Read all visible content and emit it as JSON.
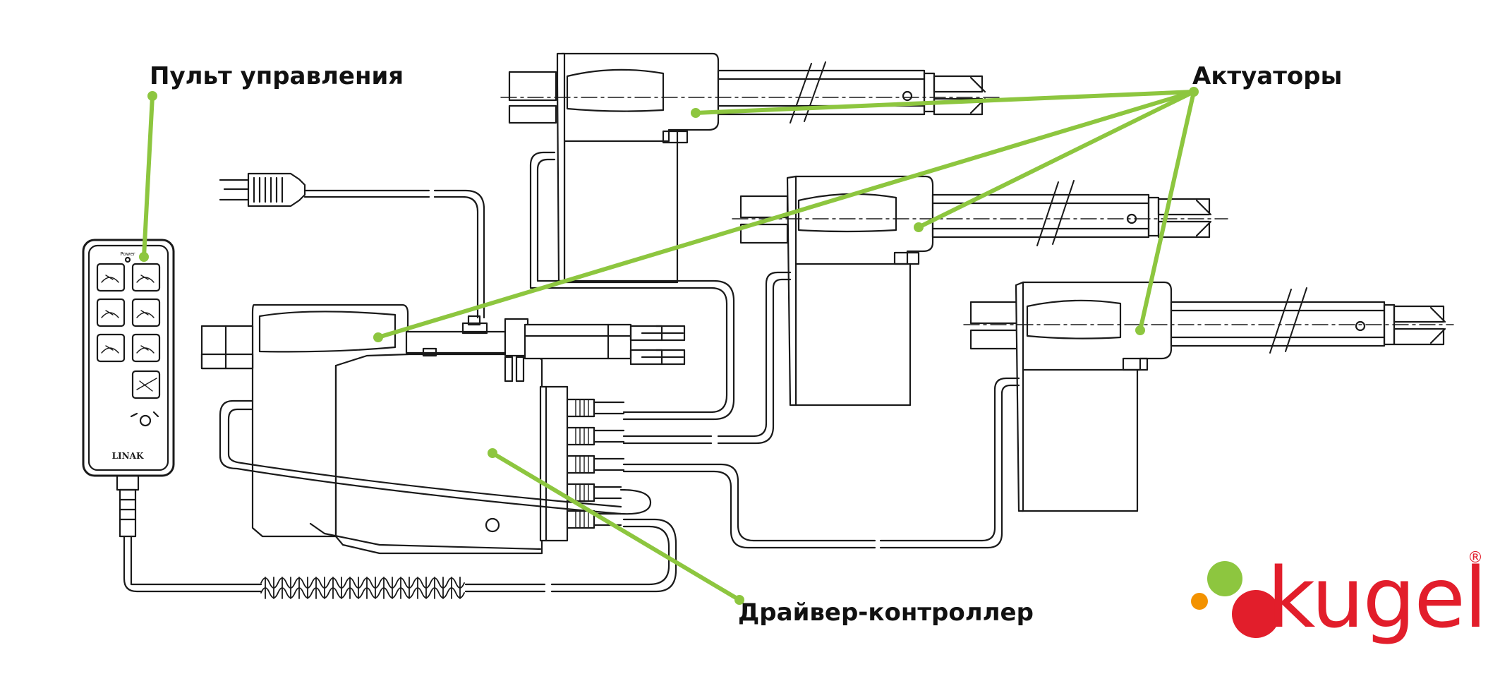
{
  "labels": {
    "remote": "Пульт управления",
    "actuators": "Актуаторы",
    "controller": "Драйвер-контроллер"
  },
  "remote_text": {
    "power": "Power",
    "brand": "LINAK"
  },
  "logo": {
    "text": "kugel",
    "registered": "®"
  },
  "colors": {
    "callout": "#8dc63f",
    "logo_red": "#e21e2b",
    "logo_green": "#8dc63f",
    "logo_orange": "#f39200",
    "line": "#1a1a1a"
  }
}
